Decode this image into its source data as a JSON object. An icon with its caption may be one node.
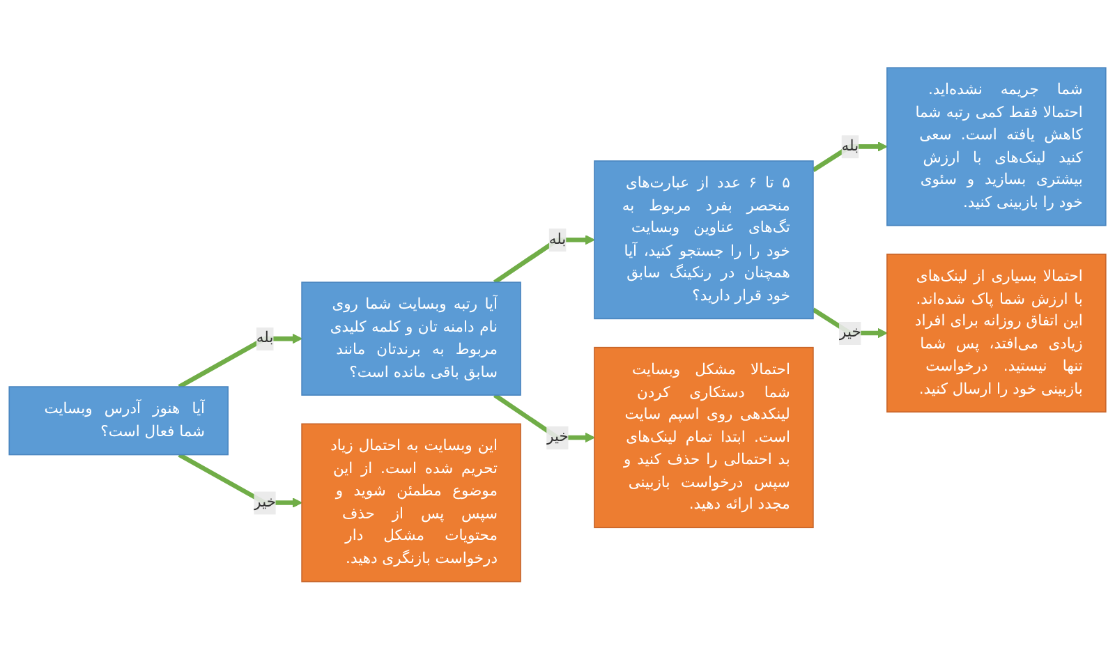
{
  "diagram": {
    "nodes": [
      {
        "text": [
          "آیا هنوز آدرس وبسایت شما فعال است؟"
        ]
      },
      {
        "text": [
          "آیا رتبه وبسایت شما روی نام دامنه تان و کلمه کلیدی مربوط به برندتان مانند سابق باقی مانده است؟"
        ]
      },
      {
        "text": [
          "۵ تا ۶ عدد از عبارت‌های منحصر بفرد مربوط به تگ‌های عناوین وبسایت خود را را جستجو کنید، آیا همچنان در رنکینگ سابق خود قرار دارید؟"
        ]
      },
      {
        "text": [
          "شما جریمه نشده‌اید. احتمالا فقط کمی رتبه شما کاهش یافته است. سعی کنید لینک‌های با ارزش بیشتری بسازید و سئوی خود را بازبینی کنید."
        ]
      },
      {
        "text": [
          "این وبسایت به احتمال زیاد تحریم شده است. از این موضوع مطمئن شوید و سپس پس از حذف محتویات مشکل دار درخواست بازنگری دهید."
        ]
      },
      {
        "text": [
          "احتمالا مشکل وبسایت شما دستکاری کردن لینکدهی روی اسپم سایت است. ابتدا تمام لینک‌های بد احتمالی را حذف کنید و سپس درخواست بازبینی مجدد ارائه دهید."
        ]
      },
      {
        "text": [
          "احتمالا بسیاری از لینک‌های با ارزش شما پاک شده‌اند. این اتفاق روزانه برای افراد زیادی می‌افتد، پس شما تنها نیستید. درخواست بازبینی خود را ارسال کنید."
        ]
      }
    ],
    "edges": [
      {
        "from": 0,
        "to": 1,
        "arrow": "to",
        "label": "بله"
      },
      {
        "from": 1,
        "to": 2,
        "arrow": "to",
        "label": "بله"
      },
      {
        "from": 2,
        "to": 3,
        "arrow": "to",
        "label": "بله"
      },
      {
        "from": 0,
        "to": 4,
        "arrow": "to",
        "label": "خیر"
      },
      {
        "from": 1,
        "to": 5,
        "arrow": "to",
        "label": "خیر"
      },
      {
        "from": 2,
        "to": 6,
        "arrow": "to",
        "label": "خیر"
      }
    ]
  }
}
